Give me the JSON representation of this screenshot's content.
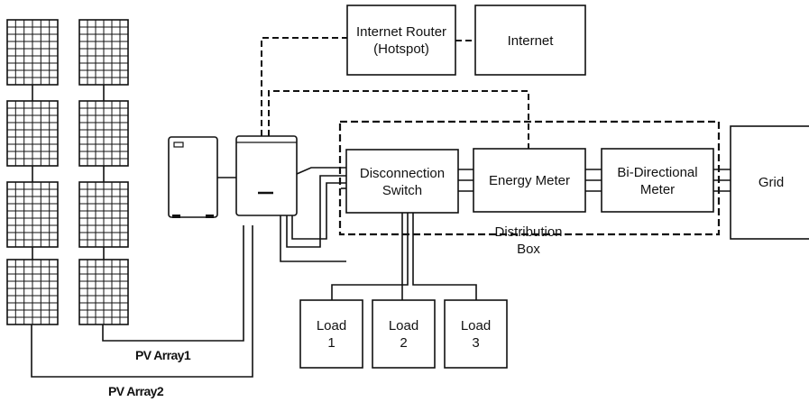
{
  "nodes": {
    "router": {
      "line1": "Internet Router",
      "line2": "(Hotspot)"
    },
    "internet": {
      "label": "Internet"
    },
    "disconnect": {
      "line1": "Disconnection",
      "line2": "Switch"
    },
    "energy_meter": {
      "label": "Energy Meter"
    },
    "bidirectional": {
      "line1": "Bi-Directional",
      "line2": "Meter"
    },
    "grid": {
      "label": "Grid"
    },
    "distribution_box": {
      "line1": "Distribution",
      "line2": "Box"
    },
    "loads": [
      {
        "line1": "Load",
        "line2": "1"
      },
      {
        "line1": "Load",
        "line2": "2"
      },
      {
        "line1": "Load",
        "line2": "3"
      }
    ],
    "pv_array1": {
      "label": "PV Array1"
    },
    "pv_array2": {
      "label": "PV Array2"
    }
  },
  "colors": {
    "stroke": "#111111",
    "background": "#ffffff"
  }
}
